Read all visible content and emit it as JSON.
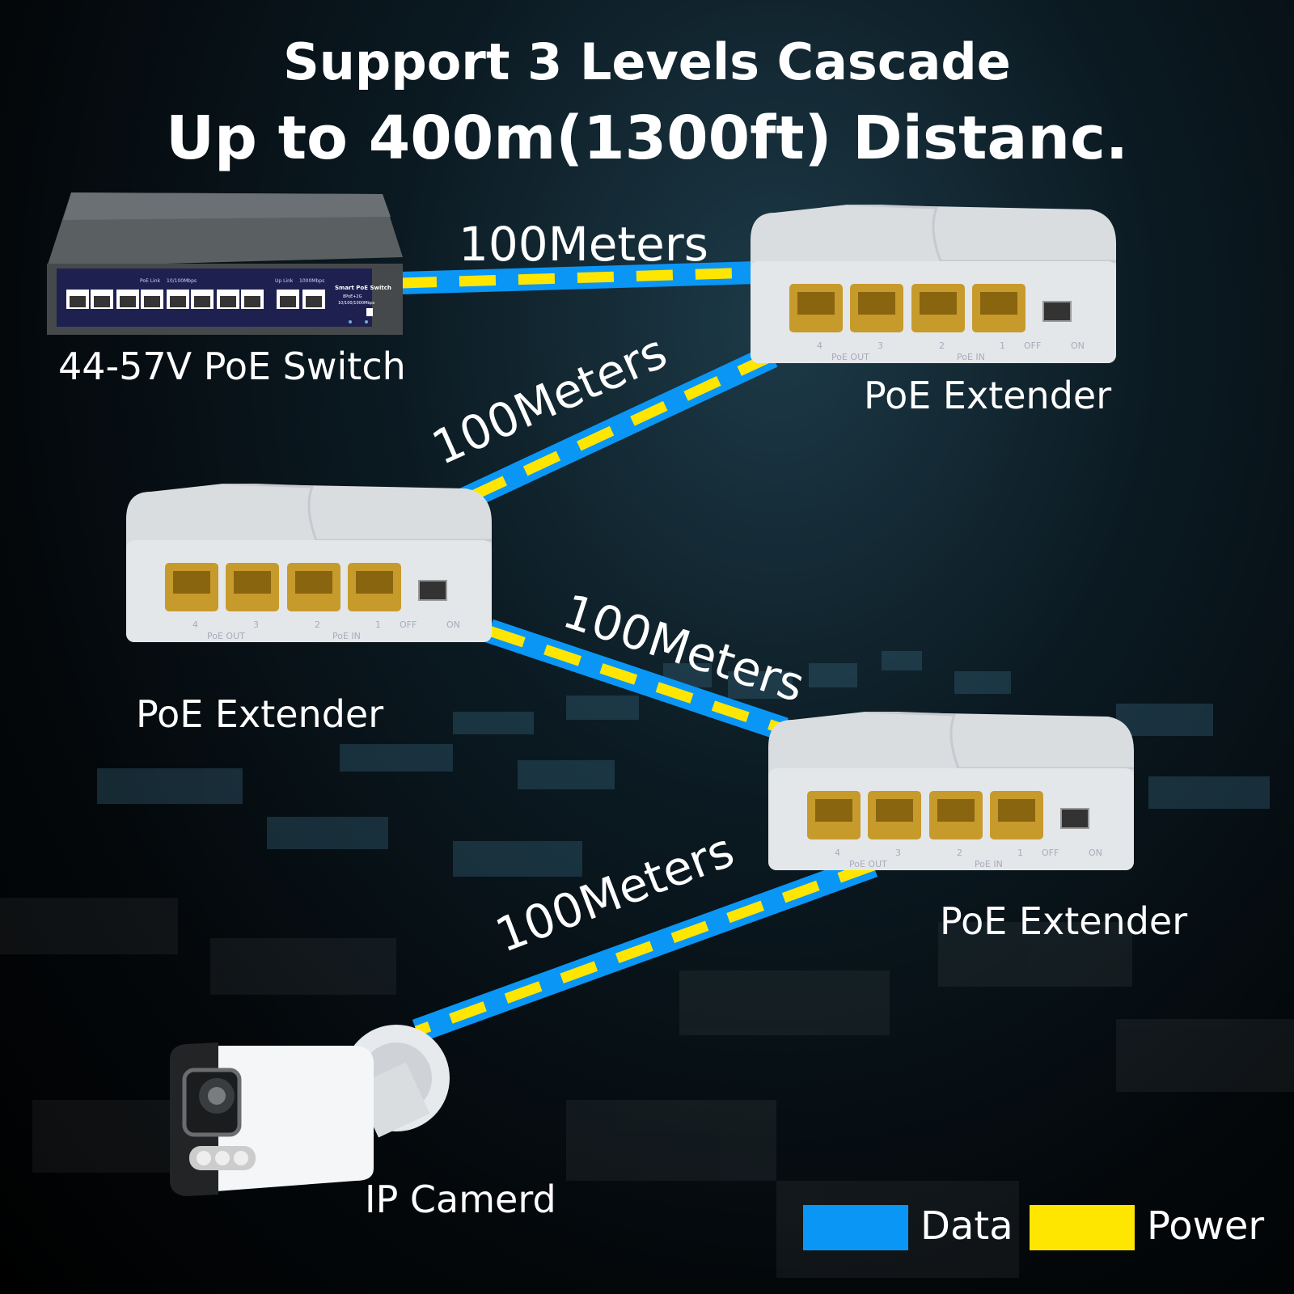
{
  "title": {
    "line1": "Support 3 Levels Cascade",
    "line2": "Up to 400m(1300ft) Distanc."
  },
  "devices": {
    "switch": {
      "label": "44-57V PoE Switch",
      "brand_text": "Smart PoE Switch",
      "poe_link_label": "PoE Link",
      "poe_speed_label": "10/100Mbps",
      "uplink_label": "Up Link",
      "uplink_speed_label": "1000Mbps",
      "model_text": "8PoE+2G",
      "speed_text": "10/100/1000Mbps"
    },
    "extenders": [
      {
        "label": "PoE Extender"
      },
      {
        "label": "PoE Extender"
      },
      {
        "label": "PoE Extender"
      }
    ],
    "extender_panel": {
      "port_numbers": [
        "4",
        "3",
        "2",
        "1"
      ],
      "poe_out_label": "PoE OUT",
      "poe_in_label": "PoE IN",
      "off_label": "OFF",
      "on_label": "ON"
    },
    "camera": {
      "label": "IP Camerd"
    }
  },
  "links": [
    {
      "distance": "100Meters"
    },
    {
      "distance": "100Meters"
    },
    {
      "distance": "100Meters"
    },
    {
      "distance": "100Meters"
    }
  ],
  "legend": {
    "data": {
      "label": "Data",
      "color": "#0a96f5"
    },
    "power": {
      "label": "Power",
      "color": "#ffe600"
    }
  }
}
